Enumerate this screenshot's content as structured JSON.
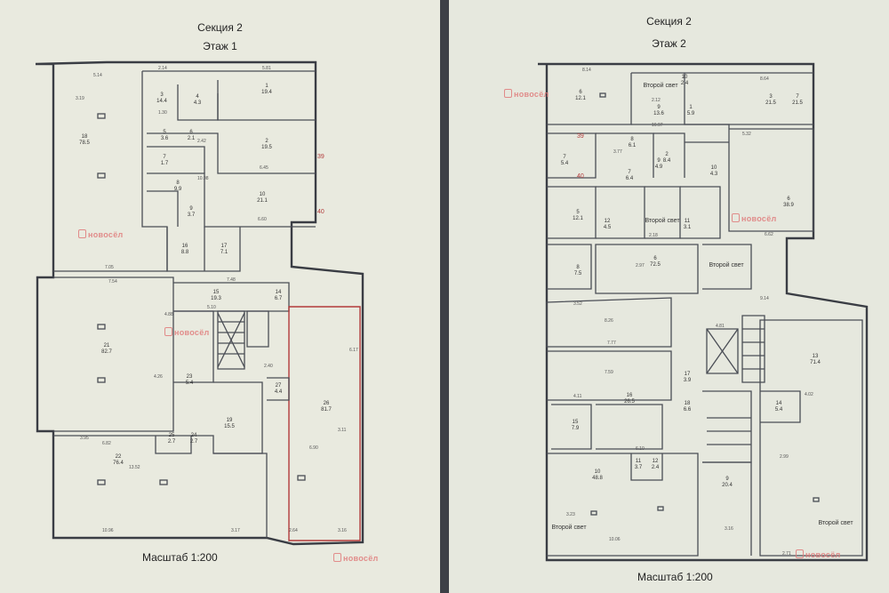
{
  "left_plan": {
    "section": "Секция 2",
    "floor": "Этаж 1",
    "scale": "Масштаб 1:200",
    "rooms": [
      {
        "num": "1",
        "area": "19.4"
      },
      {
        "num": "2",
        "area": "19.5"
      },
      {
        "num": "3",
        "area": "14.4"
      },
      {
        "num": "4",
        "area": "4.3"
      },
      {
        "num": "5",
        "area": "3.6"
      },
      {
        "num": "6",
        "area": "2.1"
      },
      {
        "num": "7",
        "area": "1.7"
      },
      {
        "num": "8",
        "area": "9.9"
      },
      {
        "num": "9",
        "area": "3.7"
      },
      {
        "num": "10",
        "area": "21.1"
      },
      {
        "num": "14",
        "area": "6.7"
      },
      {
        "num": "15",
        "area": "19.3"
      },
      {
        "num": "16",
        "area": "8.8"
      },
      {
        "num": "17",
        "area": "7.1"
      },
      {
        "num": "18",
        "area": "78.5"
      },
      {
        "num": "19",
        "area": "15.5"
      },
      {
        "num": "21",
        "area": "82.7"
      },
      {
        "num": "22",
        "area": "76.4"
      },
      {
        "num": "23",
        "area": "5.4"
      },
      {
        "num": "24",
        "area": "2.7"
      },
      {
        "num": "25",
        "area": "2.7"
      },
      {
        "num": "26",
        "area": "81.7"
      },
      {
        "num": "27",
        "area": "4.4"
      }
    ],
    "dims": [
      "5.14",
      "5.81",
      "2.14",
      "1.30",
      "2.42",
      "6.45",
      "10.98",
      "6.60",
      "7.05",
      "7.54",
      "7.48",
      "5.10",
      "4.88",
      "2.40",
      "3.95",
      "6.82",
      "13.52",
      "10.96",
      "3.17",
      "4.26",
      "3.19",
      "2.64",
      "3.16",
      "6.90",
      "3.11",
      "6.17"
    ],
    "markers": [
      "39",
      "40"
    ],
    "watermarks": [
      "новосёл",
      "новосёл",
      "новосёл"
    ]
  },
  "right_plan": {
    "section": "Секция 2",
    "floor": "Этаж 2",
    "scale": "Масштаб 1:200",
    "rooms": [
      {
        "num": "1",
        "area": "5.9"
      },
      {
        "num": "2",
        "area": "8.4"
      },
      {
        "num": "3",
        "area": "21.5"
      },
      {
        "num": "5",
        "area": "12.1"
      },
      {
        "num": "6",
        "area": "12.1"
      },
      {
        "num": "6",
        "area": "38.9"
      },
      {
        "num": "6",
        "area": "72.5"
      },
      {
        "num": "7",
        "area": "21.5"
      },
      {
        "num": "7",
        "area": "5.4"
      },
      {
        "num": "7",
        "area": "6.4"
      },
      {
        "num": "8",
        "area": "6.1"
      },
      {
        "num": "8",
        "area": "7.5"
      },
      {
        "num": "9",
        "area": "13.6"
      },
      {
        "num": "9",
        "area": "4.9"
      },
      {
        "num": "9",
        "area": "20.4"
      },
      {
        "num": "10",
        "area": "2.4"
      },
      {
        "num": "10",
        "area": "4.3"
      },
      {
        "num": "10",
        "area": "48.8"
      },
      {
        "num": "11",
        "area": "3.1"
      },
      {
        "num": "11",
        "area": "3.7"
      },
      {
        "num": "12",
        "area": "4.5"
      },
      {
        "num": "12",
        "area": "2.4"
      },
      {
        "num": "13",
        "area": "71.4"
      },
      {
        "num": "14",
        "area": "5.4"
      },
      {
        "num": "15",
        "area": "7.9"
      },
      {
        "num": "16",
        "area": "26.5"
      },
      {
        "num": "17",
        "area": "3.9"
      },
      {
        "num": "18",
        "area": "6.6"
      }
    ],
    "notes": [
      "Второй свет",
      "Второй свет",
      "Второй свет",
      "Второй свет",
      "Второй свет"
    ],
    "dims": [
      "8.14",
      "8.64",
      "2.12",
      "16.97",
      "5.32",
      "3.77",
      "6.62",
      "2.18",
      "2.97",
      "9.14",
      "3.52",
      "8.26",
      "7.77",
      "4.81",
      "7.59",
      "4.11",
      "6.10",
      "4.02",
      "2.99",
      "10.06",
      "3.16",
      "2.71",
      "3.23"
    ],
    "markers": [
      "39",
      "40"
    ],
    "watermarks": [
      "новосёл",
      "новосёл",
      "новосёл"
    ]
  }
}
